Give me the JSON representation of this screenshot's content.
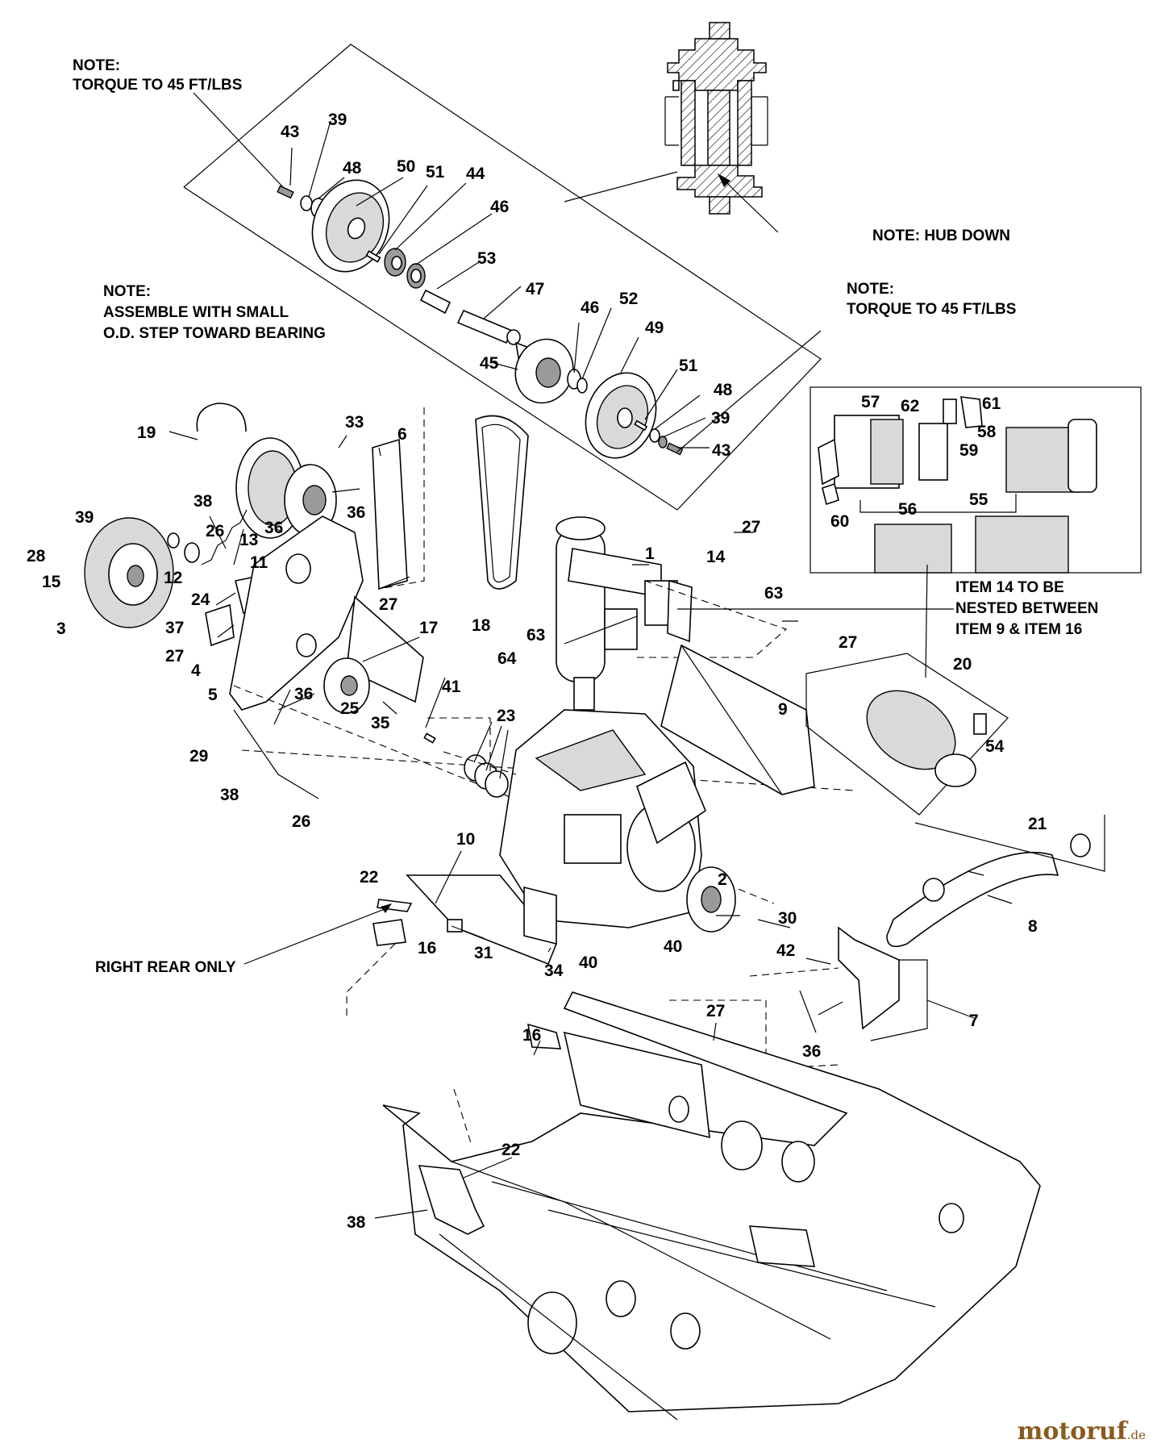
{
  "notes": {
    "torque_top_title": "NOTE:",
    "torque_top_text": "TORQUE TO 45 FT/LBS",
    "hub_down": "NOTE: HUB DOWN",
    "assemble_title": "NOTE:",
    "assemble_line1": "ASSEMBLE WITH SMALL",
    "assemble_line2": "O.D. STEP TOWARD BEARING",
    "torque_right_title": "NOTE:",
    "torque_right_text": "TORQUE TO 45 FT/LBS",
    "item14_line1": "ITEM 14 TO BE",
    "item14_line2": "NESTED BETWEEN",
    "item14_line3": "ITEM 9 & ITEM 16",
    "right_rear_only": "RIGHT REAR ONLY"
  },
  "watermark": {
    "brand": "motoruf",
    "domain": ".de"
  },
  "part_numbers": {
    "p43a": "43",
    "p39a": "39",
    "p48a": "48",
    "p50": "50",
    "p51a": "51",
    "p44": "44",
    "p46a": "46",
    "p53": "53",
    "p47": "47",
    "p46b": "46",
    "p52": "52",
    "p49": "49",
    "p45": "45",
    "p51b": "51",
    "p48b": "48",
    "p39b": "39",
    "p43b": "43",
    "p57": "57",
    "p62": "62",
    "p61": "61",
    "p58": "58",
    "p59": "59",
    "p60": "60",
    "p56": "56",
    "p55": "55",
    "p19": "19",
    "p33": "33",
    "p6": "6",
    "p36a": "36",
    "p38a": "38",
    "p39c": "39",
    "p26a": "26",
    "p13": "13",
    "p36b": "36",
    "p28": "28",
    "p15": "15",
    "p12": "12",
    "p11": "11",
    "p24": "24",
    "p27a": "27",
    "p3": "3",
    "p37": "37",
    "p27b": "27",
    "p4": "4",
    "p5": "5",
    "p36c": "36",
    "p17": "17",
    "p18": "18",
    "p25": "25",
    "p35": "35",
    "p29": "29",
    "p38b": "38",
    "p26b": "26",
    "p27c": "27",
    "p14": "14",
    "p63a": "63",
    "p1": "1",
    "p64": "64",
    "p63b": "63",
    "p41": "41",
    "p23": "23",
    "p9": "9",
    "p27d": "27",
    "p20": "20",
    "p54": "54",
    "p21": "21",
    "p8": "8",
    "p10": "10",
    "p22a": "22",
    "p16a": "16",
    "p31": "31",
    "p34": "34",
    "p40a": "40",
    "p2": "2",
    "p30": "30",
    "p40b": "40",
    "p42": "42",
    "p36d": "36",
    "p7": "7",
    "p27e": "27",
    "p16b": "16",
    "p22b": "22",
    "p38c": "38"
  }
}
